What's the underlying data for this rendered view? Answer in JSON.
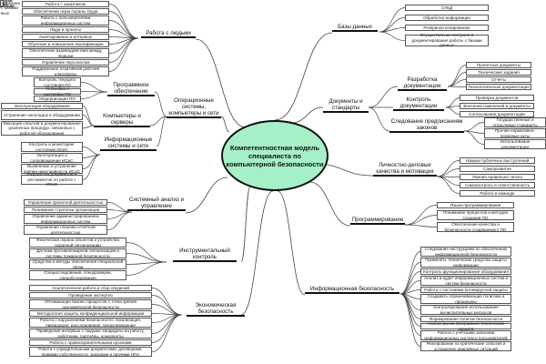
{
  "center": {
    "title": "Компетентностная модель специалиста по компьютерной безопасности",
    "fill": "#a6f0c8"
  },
  "branches": {
    "people": {
      "label": "Работа с людьми",
      "items": [
        "Работа с заказчиком",
        "Обеспечение норм охраны труда",
        "Работа с пользователями информационных систем",
        "Люди и проекты",
        "Анкетирование и интервью",
        "Обучение и повышение квалификации",
        "Обеспечение взаимодействия между людьми",
        "Управление персоналом",
        "Поддержание позитивной рабочей атмосферы"
      ]
    },
    "os": {
      "label": "Операционные системы, компьютеры и сети",
      "software": {
        "label": "Программное обеспечение",
        "items": [
          "Контроль текущего состояния ПО",
          "Установка и настройка ПО",
          "Модернизация ПО"
        ]
      },
      "computers": {
        "label": "Компьютеры и серверы",
        "items": [
          "Эксплуатация оборудования",
          "Устранение неполадок в оборудовании",
          "Фиксация событий и документирование различных процедур, связанных с работой оборудования"
        ]
      },
      "infosys": {
        "label": "Информационные системы и сети",
        "items": [
          "Контроль и мониторинг состояния ИСиС",
          "Эксплуатация и сопровождение ИСиС",
          "Выявление и устранение причин неисправности ИСиС",
          "Разработка документов и регламентов по работе с ИСиС"
        ]
      }
    },
    "sysanalysis": {
      "label": "Системный анализ и управление",
      "items": [
        "Управление проектной деятельностью",
        "Понимание стратегии организации",
        "Управление администрированием информационных систем",
        "Управление планово-отчётной деятельностью"
      ]
    },
    "instrumental": {
      "label": "Инструментальный контроль",
      "items": [
        "Физическая охрана объектов и устройства охранной сигнализации",
        "Датчики противопожарной сигнализации и системы пожарной безопасности",
        "Средства и методы обеспечения специальной связи",
        "Специсследования, спецпроверки, спецобследования"
      ]
    },
    "economic": {
      "label": "Экономическая безопасность",
      "items": [
        "Аналитическая работа и сбор сведений",
        "Проведение экспертиз",
        "Оптимизация бизнес-процессов с точки зрения экономической безопасности",
        "Методология защиты конфиденциальной информации",
        "Работа с нарушениями безопасности: локализация, ликвидация, расследования, предупреждение",
        "Проведение интервью с людьми: кандидаты на работу, работники, партнёры, конкуренты",
        "Работа с правоохранительными органами",
        "Работа с учредительными документами, договорами, правами собственности, законами и прочими НПА"
      ]
    },
    "databases": {
      "label": "Базы данных",
      "items": [
        "СУБД",
        "Обработка информации",
        "Резервное копирование",
        "Осуществление контроля и документирования работы с базами данных"
      ]
    },
    "docs": {
      "label": "Документы и стандарты",
      "development": {
        "label": "Разработка документации",
        "items": [
          "Проектные документы",
          "Технические задания",
          "Отчёты",
          "Технологическая документация"
        ]
      },
      "control": {
        "label": "Контроль документации",
        "items": [
          "Проверка документов",
          "Внесение изменений в документы",
          "Согласование документации"
        ]
      },
      "laws": {
        "label": "Следование предписаниям законов",
        "items": [
          "Государственные и отраслевые стандарты",
          "Прочие нормативно-правовые акты",
          "Использование документации"
        ]
      }
    },
    "personal": {
      "label": "Личностно-деловые качества и мотивация",
      "items": [
        "Навыки публичных выступлений",
        "Саморазвитие",
        "Умение правильно читать",
        "Самоконтроль и ответственность",
        "Работа в команде"
      ]
    },
    "programming": {
      "label": "Программирование",
      "items": [
        "Языки программирования",
        "Понимание процессов и методов создания ПО",
        "Обеспечение качества и безопасности создаваемого ПО"
      ]
    },
    "infosec": {
      "label": "Информационная безопасность",
      "items": [
        "Следование инструкциям по обеспечению информационной безопасности",
        "Применять технические средства защиты информации",
        "Контроль функционирования оборудования",
        "Анализ и аудит информационных систем и систем безопасности",
        "Работа с системами антивирусной защиты",
        "Создавать ограничивающие политики и процедуры",
        "Контролирование использования вычислительных ресурсов",
        "Формирование политик безопасности",
        "Анализ рынка программно-технических средств",
        "Работа с учётными записями информационных систем и пользователей",
        "Реагирование на критические события и устранение аварийных ситуаций"
      ]
    }
  }
}
